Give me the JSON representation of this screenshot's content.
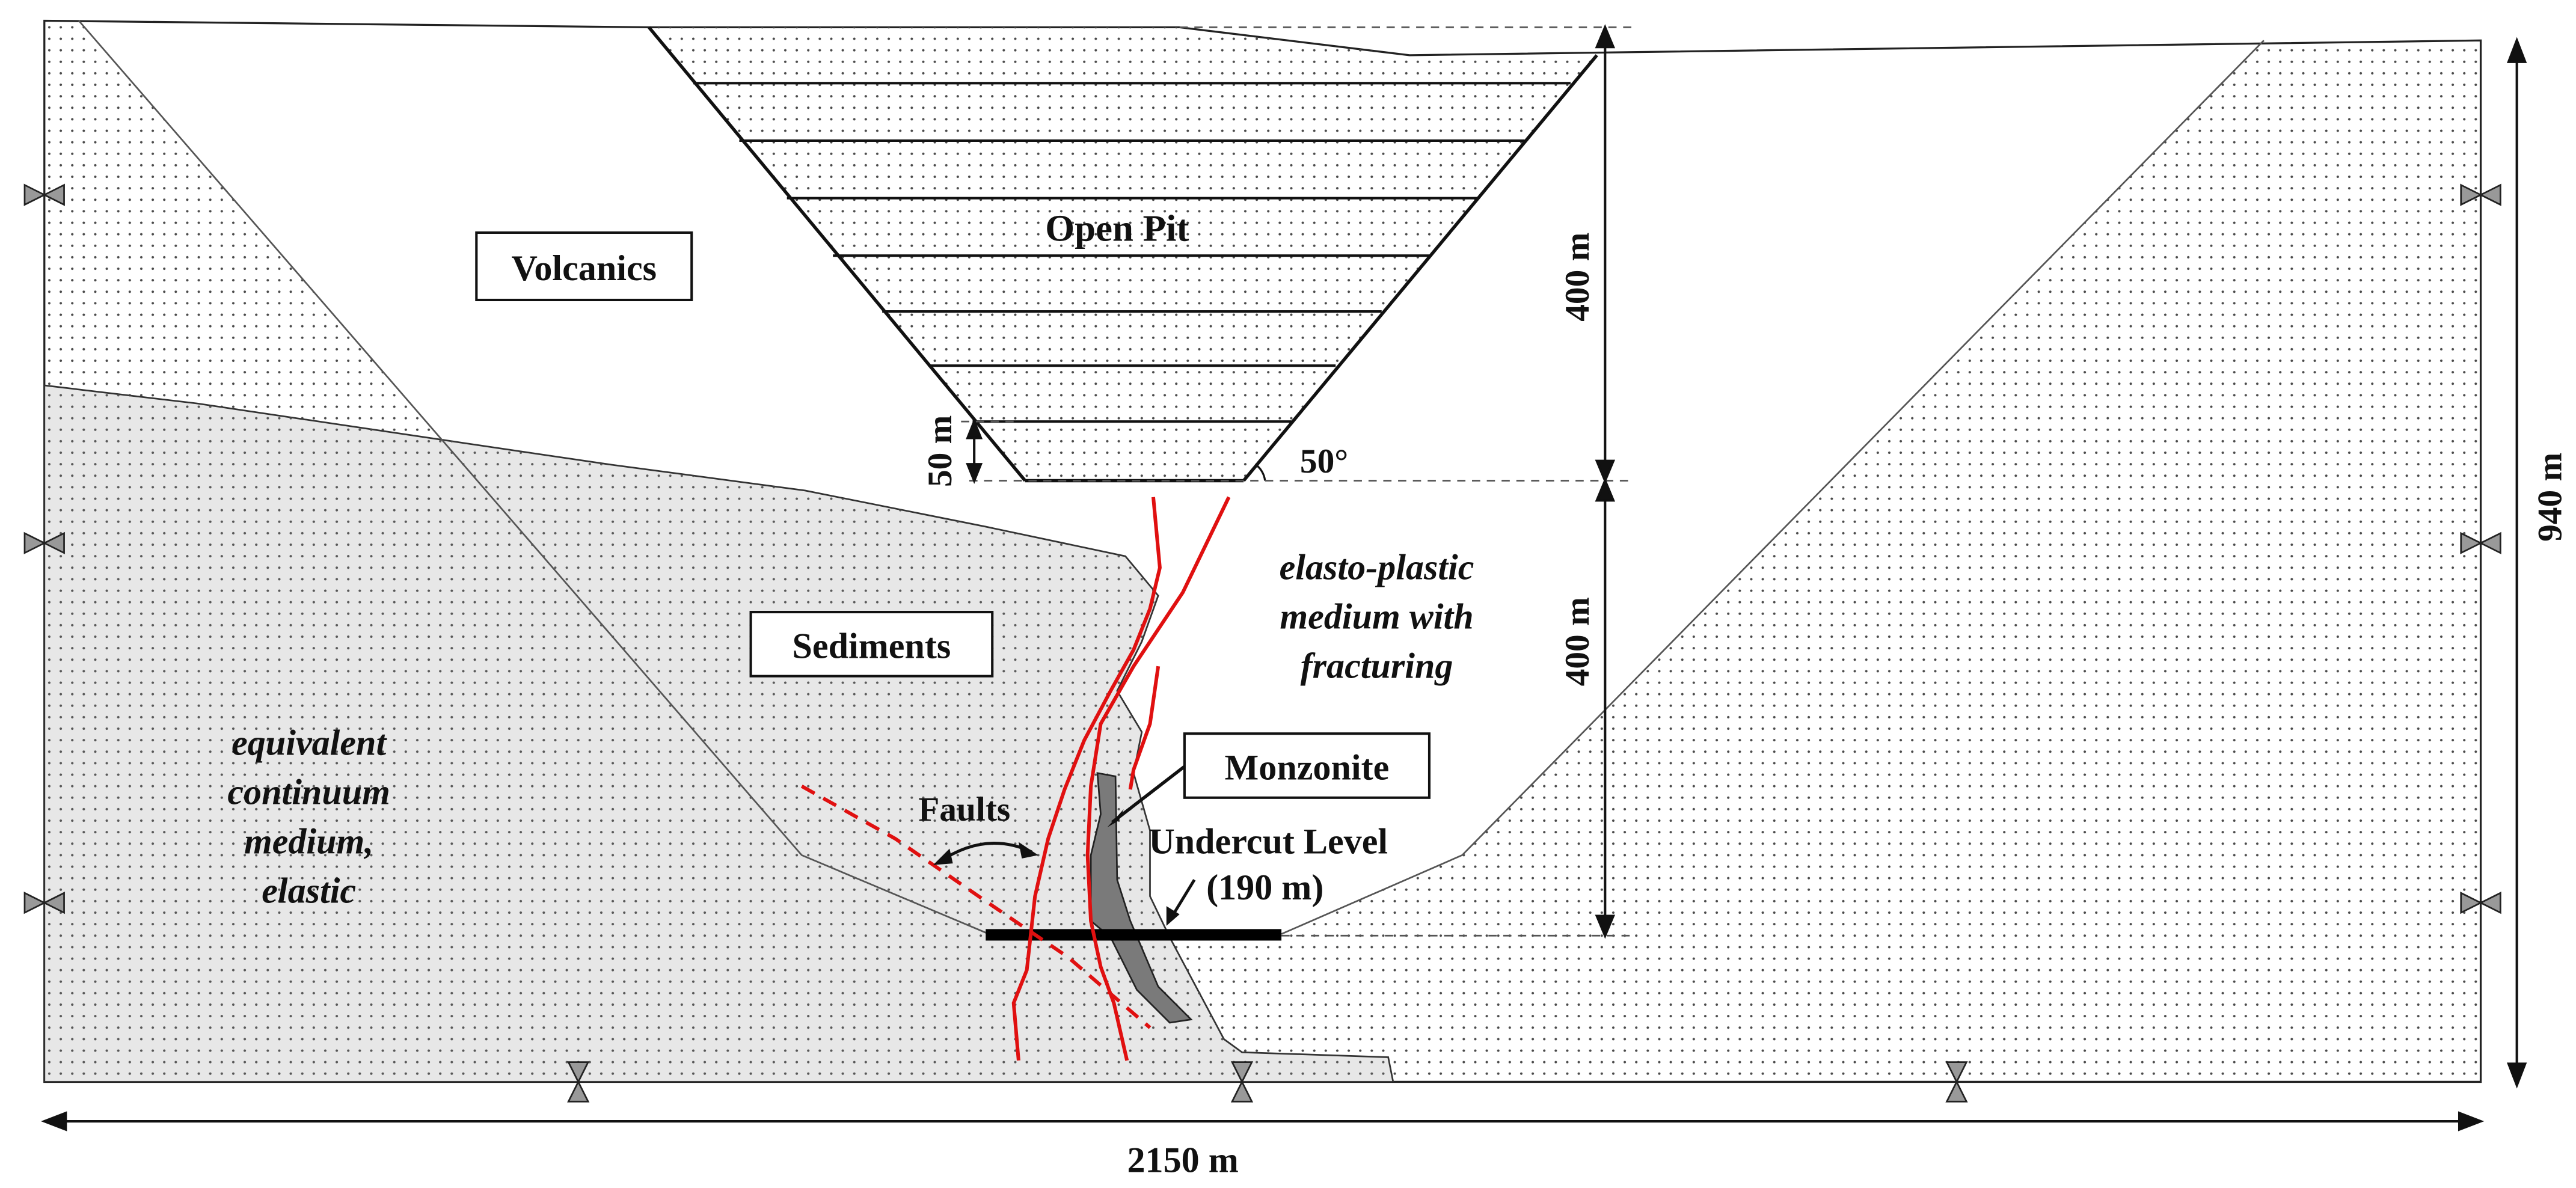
{
  "labels": {
    "open_pit": "Open Pit",
    "volcanics": "Volcanics",
    "sediments": "Sediments",
    "monzonite": "Monzonite",
    "faults": "Faults",
    "undercut_level": "Undercut Level",
    "undercut_depth": "(190 m)",
    "angle": "50°",
    "bench_height": "50 m",
    "pit_depth": "400 m",
    "lower_depth": "400 m",
    "total_height": "940 m",
    "total_width": "2150 m"
  },
  "elastic_medium": {
    "line1": "equivalent",
    "line2": "continuum",
    "line3": "medium,",
    "line4": "elastic"
  },
  "plastic_medium": {
    "line1": "elasto-plastic",
    "line2": "medium with",
    "line3": "fracturing"
  },
  "colors": {
    "faults": "#e01010",
    "sediments": "#e6e6e6",
    "monzonite": "#808080",
    "undercut": "#000000"
  }
}
